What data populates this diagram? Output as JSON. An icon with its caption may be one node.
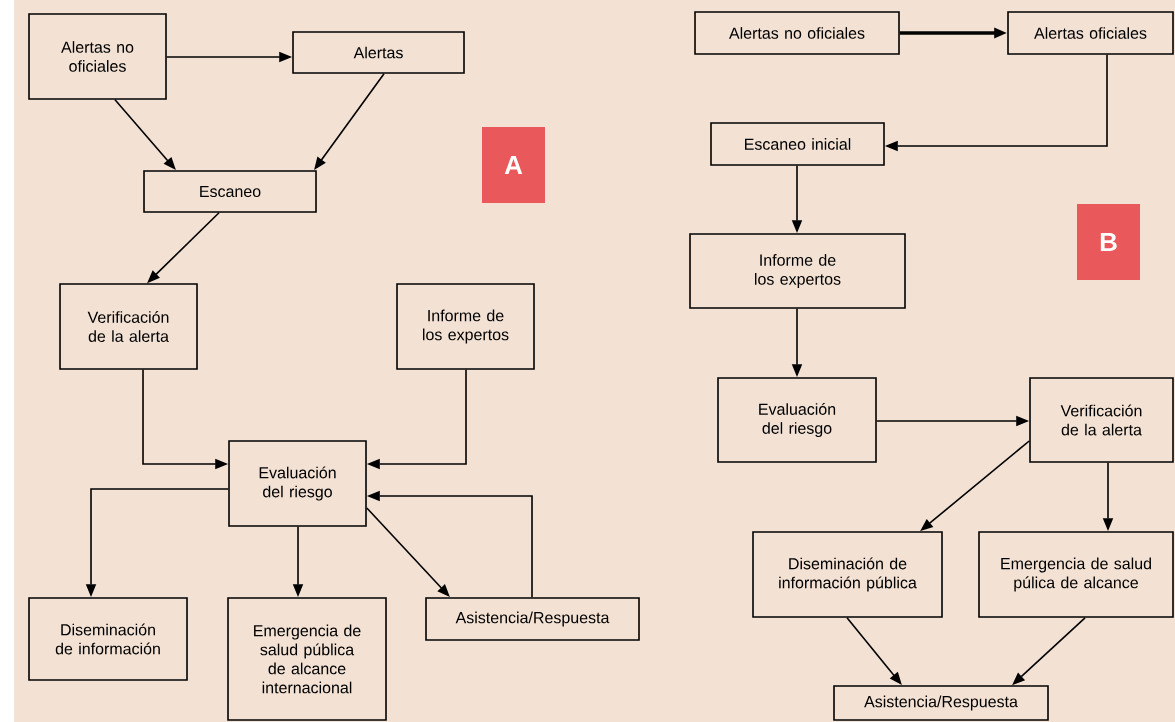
{
  "diagram": {
    "nodes": [
      {
        "text": [
          "Alertas no oficiales"
        ]
      },
      {
        "text": [
          "Alertas"
        ]
      },
      {
        "text": [
          "Escaneo"
        ]
      },
      {
        "text": [
          "Verificación de la alerta"
        ]
      },
      {
        "text": [
          "Informe de los expertos"
        ]
      },
      {
        "text": [
          "Evaluación del riesgo"
        ]
      },
      {
        "text": [
          "Diseminación de información"
        ]
      },
      {
        "text": [
          "Emergencia de salud pública de alcance internacional"
        ]
      },
      {
        "text": [
          "Asistencia/Respuesta"
        ]
      },
      {
        "text": [
          "Alertas no oficiales"
        ]
      },
      {
        "text": [
          "Alertas oficiales"
        ]
      },
      {
        "text": [
          "Escaneo inicial"
        ]
      },
      {
        "text": [
          "Informe de los expertos"
        ]
      },
      {
        "text": [
          "Evaluación del riesgo"
        ]
      },
      {
        "text": [
          "Verificación de la alerta"
        ]
      },
      {
        "text": [
          "Diseminación de información pública"
        ]
      },
      {
        "text": [
          "Emergencia de salud púlica de alcance"
        ]
      },
      {
        "text": [
          "Asistencia/Respuesta"
        ]
      }
    ],
    "edges": [
      {
        "from": 0,
        "to": 1,
        "arrow": "to"
      },
      {
        "from": 0,
        "to": 2,
        "arrow": "to"
      },
      {
        "from": 1,
        "to": 2,
        "arrow": "to"
      },
      {
        "from": 2,
        "to": 3,
        "arrow": "to"
      },
      {
        "from": 3,
        "to": 5,
        "arrow": "to"
      },
      {
        "from": 4,
        "to": 5,
        "arrow": "to"
      },
      {
        "from": 5,
        "to": 6,
        "arrow": "to"
      },
      {
        "from": 5,
        "to": 7,
        "arrow": "to"
      },
      {
        "from": 5,
        "to": 8,
        "arrow": "to"
      },
      {
        "from": 8,
        "to": 5,
        "arrow": "to"
      },
      {
        "from": 9,
        "to": 10,
        "arrow": "to",
        "style": "thick"
      },
      {
        "from": 10,
        "to": 11,
        "arrow": "to"
      },
      {
        "from": 11,
        "to": 12,
        "arrow": "to"
      },
      {
        "from": 12,
        "to": 13,
        "arrow": "to"
      },
      {
        "from": 13,
        "to": 14,
        "arrow": "to"
      },
      {
        "from": 14,
        "to": 15,
        "arrow": "to"
      },
      {
        "from": 14,
        "to": 16,
        "arrow": "to"
      },
      {
        "from": 15,
        "to": 17,
        "arrow": "to"
      },
      {
        "from": 16,
        "to": 17,
        "arrow": "to"
      }
    ],
    "labels": [
      "A",
      "B"
    ]
  }
}
